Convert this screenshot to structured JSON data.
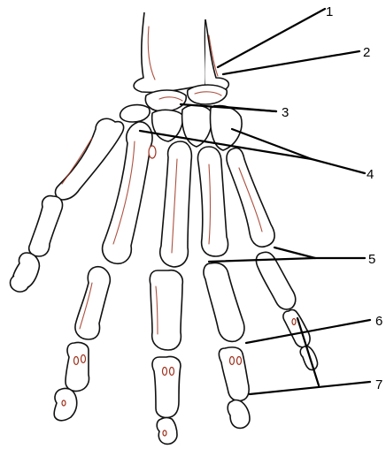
{
  "labels": [
    "1",
    "2",
    "3",
    "4",
    "5",
    "6",
    "7"
  ],
  "colors": {
    "bone_outline": "#111111",
    "vessel_tint": "#a0321e",
    "leader": "#000000",
    "background": "#ffffff"
  }
}
